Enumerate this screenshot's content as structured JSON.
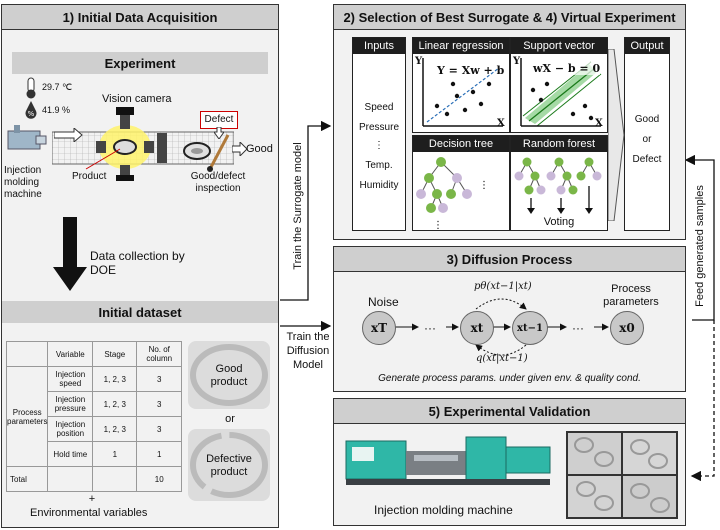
{
  "panel1": {
    "title": "1) Initial Data Acquisition",
    "experiment_title": "Experiment",
    "temperature": "29.7 ℃",
    "humidity": "41.9 %",
    "vision_camera": "Vision camera",
    "defect": "Defect",
    "good": "Good",
    "injection_machine": "Injection molding machine",
    "product": "Product",
    "inspection": "Good/defect inspection",
    "doe_label": "Data collection by DOE",
    "dataset_title": "Initial dataset",
    "table": {
      "headers": [
        "Variable",
        "Stage",
        "No. of column"
      ],
      "group_label": "Process parameters",
      "rows": [
        {
          "variable": "Injection speed",
          "stage": "1, 2, 3",
          "count": "3"
        },
        {
          "variable": "Injection pressure",
          "stage": "1, 2, 3",
          "count": "3"
        },
        {
          "variable": "Injection position",
          "stage": "1, 2, 3",
          "count": "3"
        },
        {
          "variable": "Hold time",
          "stage": "1",
          "count": "1"
        }
      ],
      "total_label": "Total",
      "total_value": "10"
    },
    "plus": "+",
    "env_vars": "Environmental variables",
    "good_product": "Good product",
    "or": "or",
    "defective_product": "Defective product"
  },
  "panel2": {
    "title": "2) Selection of Best Surrogate & 4) Virtual Experiment",
    "inputs_title": "Inputs",
    "inputs": [
      "Speed",
      "Pressure",
      "⋮",
      "Temp.",
      "Humidity"
    ],
    "output_title": "Output",
    "outputs": [
      "Good",
      "or",
      "Defect"
    ],
    "linreg_title": "Linear regression",
    "linreg_eq": "Y = Xw + b",
    "svm_title": "Support vector",
    "svm_eq": "wX − b = 0",
    "dtree_title": "Decision tree",
    "rf_title": "Random forest",
    "voting": "Voting",
    "axis_y": "Y",
    "axis_x": "X"
  },
  "panel3": {
    "title": "3) Diffusion Process",
    "noise": "Noise",
    "process_params": "Process parameters",
    "x_T": "xT",
    "x_t": "xt",
    "x_t1": "xt−1",
    "x_0": "x0",
    "dots": "···",
    "p_label": "pθ(xt−1|xt)",
    "q_label": "q(xt|xt−1)",
    "caption": "Generate process params. under given env. & quality cond."
  },
  "panel5": {
    "title": "5) Experimental Validation",
    "machine_label": "Injection molding machine"
  },
  "arrows": {
    "train_surrogate": "Train the Surrogate model",
    "train_diffusion": "Train the Diffusion Model",
    "feed_samples": "Feed generated samples"
  },
  "colors": {
    "panel_header": "#cfcfcf",
    "box_header": "#1e1e1e",
    "node_green": "#7ab648",
    "node_purple": "#c9b8d8",
    "svm_band": "#8fd18f"
  }
}
